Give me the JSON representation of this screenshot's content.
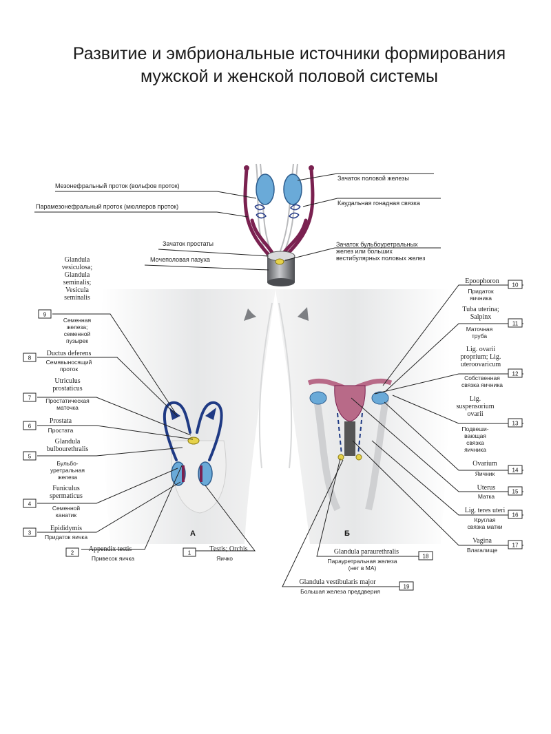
{
  "title": {
    "line1": "Развитие и эмбриональные источники формирования",
    "line2": "мужской и женской половой системы"
  },
  "top_labels": {
    "gonad": "Зачаток половой железы",
    "caudal_lig": "Каудальная гонадная связка",
    "mesonephric": "Мезонефральный проток (вольфов проток)",
    "paramesonephric": "Парамезонефральный проток (мюллеров проток)",
    "prostate_bud": "Зачаток простаты",
    "urogenital_sinus": "Мочеполовая пазуха",
    "bulbo_bud": [
      "Зачаток бульбоуретральных",
      "желез или больших",
      "вестибулярных половых желез"
    ]
  },
  "panel_letters": {
    "male": "А",
    "female": "Б"
  },
  "male_labels": [
    {
      "num": "9",
      "latin": [
        "Glandula",
        "vesiculosa;",
        "Glandula",
        "seminalis;",
        "Vesicula",
        "seminalis"
      ],
      "ru": [
        "Семенная",
        "железа;",
        "семенной",
        "пузырек"
      ]
    },
    {
      "num": "8",
      "latin": [
        "Ductus deferens"
      ],
      "ru": [
        "Семявыносящий",
        "проток"
      ]
    },
    {
      "num": "7",
      "latin": [
        "Utriculus",
        "prostaticus"
      ],
      "ru": [
        "Простатическая",
        "маточка"
      ]
    },
    {
      "num": "6",
      "latin": [
        "Prostata"
      ],
      "ru": [
        "Простата"
      ]
    },
    {
      "num": "5",
      "latin": [
        "Glandula",
        "bulbourethralis"
      ],
      "ru": [
        "Бульбо-",
        "уретральная",
        "железа"
      ]
    },
    {
      "num": "4",
      "latin": [
        "Funiculus",
        "spermaticus"
      ],
      "ru": [
        "Семенной",
        "канатик"
      ]
    },
    {
      "num": "3",
      "latin": [
        "Epididymis"
      ],
      "ru": [
        "Придаток яичка"
      ]
    },
    {
      "num": "2",
      "latin": [
        "Appendix testis"
      ],
      "ru": [
        "Привесок яичка"
      ]
    },
    {
      "num": "1",
      "latin": [
        "Testis; Orchis"
      ],
      "ru": [
        "Яичко"
      ]
    }
  ],
  "female_labels": [
    {
      "num": "10",
      "latin": [
        "Epoophoron"
      ],
      "ru": [
        "Придаток",
        "яичника"
      ]
    },
    {
      "num": "11",
      "latin": [
        "Tuba uterina;",
        "Salpinx"
      ],
      "ru": [
        "Маточная",
        "труба"
      ]
    },
    {
      "num": "12",
      "latin": [
        "Lig. ovarii",
        "proprium; Lig.",
        "uteroovaricum"
      ],
      "ru": [
        "Собственная",
        "связка яичника"
      ]
    },
    {
      "num": "13",
      "latin": [
        "Lig.",
        "suspensorium",
        "ovarii"
      ],
      "ru": [
        "Подвеши-",
        "вающая",
        "связка",
        "яичника"
      ]
    },
    {
      "num": "14",
      "latin": [
        "Ovarium"
      ],
      "ru": [
        "Яичник"
      ]
    },
    {
      "num": "15",
      "latin": [
        "Uterus"
      ],
      "ru": [
        "Матка"
      ]
    },
    {
      "num": "16",
      "latin": [
        "Lig. teres uteri"
      ],
      "ru": [
        "Круглая",
        "связка матки"
      ]
    },
    {
      "num": "17",
      "latin": [
        "Vagina"
      ],
      "ru": [
        "Влагалище"
      ]
    },
    {
      "num": "18",
      "latin": [
        "Glandula paraurethralis"
      ],
      "ru": [
        "Парауретральная железа",
        "(нет в МА)"
      ]
    },
    {
      "num": "19",
      "latin": [
        "Glandula vestibularis major"
      ],
      "ru": [
        "Большая железа преддверия"
      ]
    }
  ],
  "colors": {
    "duct_purple": "#7a2150",
    "gonad_blue": "#6aaad8",
    "male_duct_blue": "#1f3a84",
    "uterus": "#b86a88",
    "gland_yellow": "#e6d24a",
    "body_shade": "#e9eaeb"
  }
}
